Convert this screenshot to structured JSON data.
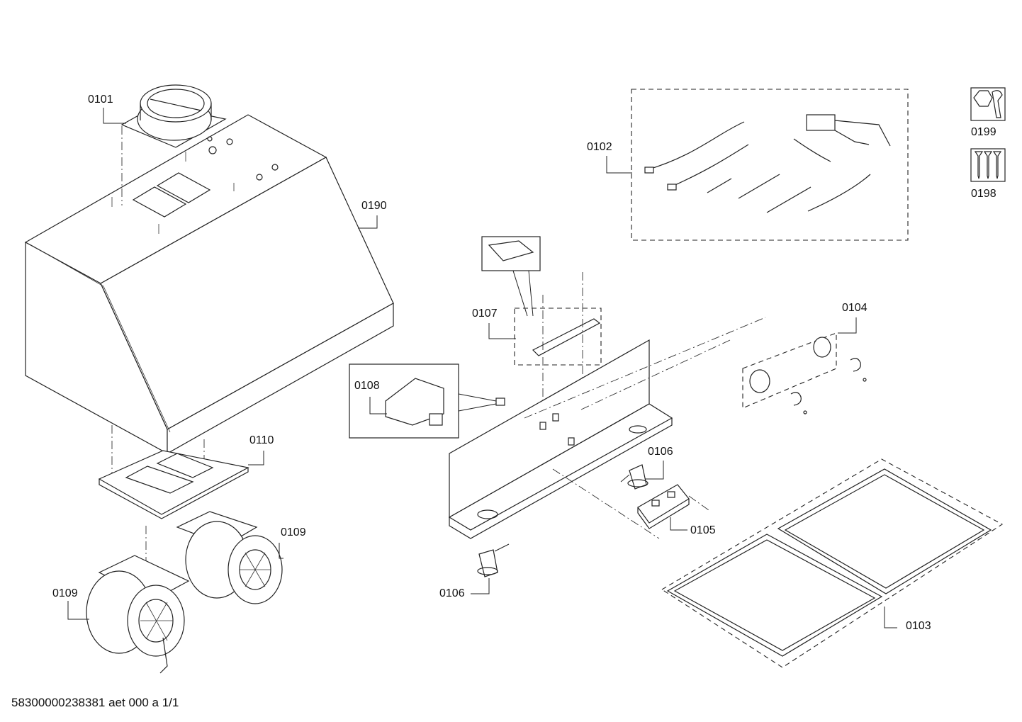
{
  "labels": {
    "p0101": "0101",
    "p0102": "0102",
    "p0103": "0103",
    "p0104": "0104",
    "p0105": "0105",
    "p0106a": "0106",
    "p0106b": "0106",
    "p0107": "0107",
    "p0108": "0108",
    "p0109a": "0109",
    "p0109b": "0109",
    "p0110": "0110",
    "p0190": "0190",
    "p0198": "0198",
    "p0199": "0199"
  },
  "footer": "58300000238381 aet 000 a 1/1",
  "icons": {
    "service": "wrench-nut-icon",
    "screws": "screw-set-icon"
  }
}
